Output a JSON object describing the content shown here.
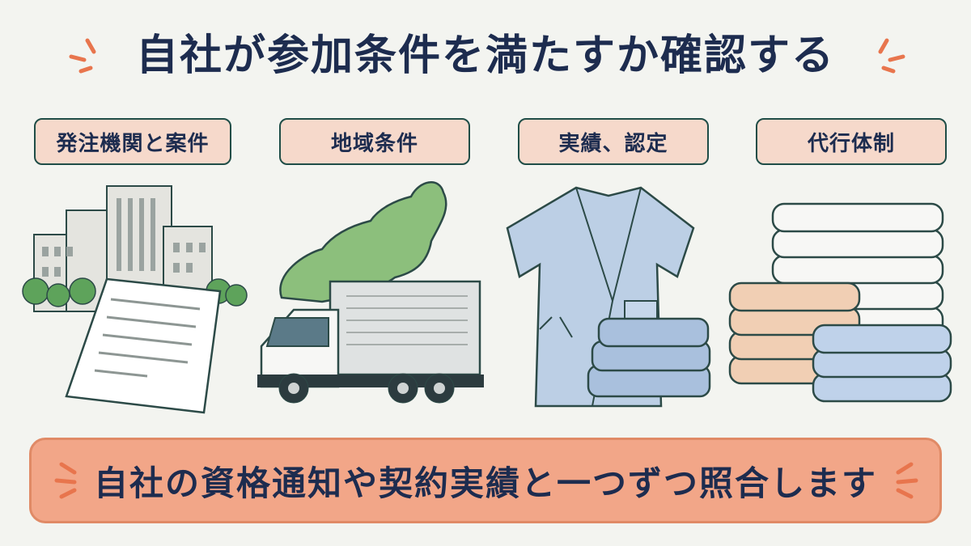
{
  "title": "自社が参加条件を満たすか確認する",
  "categories": [
    {
      "label": "発注機関と案件",
      "illustration": "government-building-document"
    },
    {
      "label": "地域条件",
      "illustration": "region-map-truck"
    },
    {
      "label": "実績、認定",
      "illustration": "gown-folded-cloth"
    },
    {
      "label": "代行体制",
      "illustration": "stacked-towels"
    }
  ],
  "banner": {
    "text": "自社の資格通知や契約実績と一つずつ照合します"
  },
  "colors": {
    "background": "#f3f4f0",
    "title_text": "#1d2c4f",
    "tag_fill": "#f6d9cb",
    "tag_border": "#1f4d47",
    "banner_fill": "#f2a688",
    "accent_spark": "#e8754d"
  }
}
